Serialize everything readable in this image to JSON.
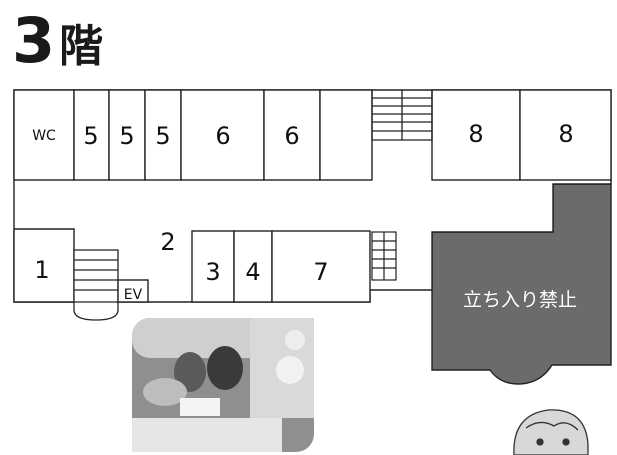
{
  "floor": {
    "number": "3",
    "kanji": "階"
  },
  "rooms": {
    "wc": "WC",
    "r5a": "5",
    "r5b": "5",
    "r5c": "5",
    "r6a": "6",
    "r6b": "6",
    "r8a": "8",
    "r8b": "8",
    "r1": "1",
    "r2": "2",
    "r3": "3",
    "r4": "4",
    "r7": "7",
    "ev": "EV"
  },
  "restricted": {
    "label": "立ち入り禁止"
  },
  "colors": {
    "restricted": "#6b6b6b",
    "line": "#222222"
  }
}
